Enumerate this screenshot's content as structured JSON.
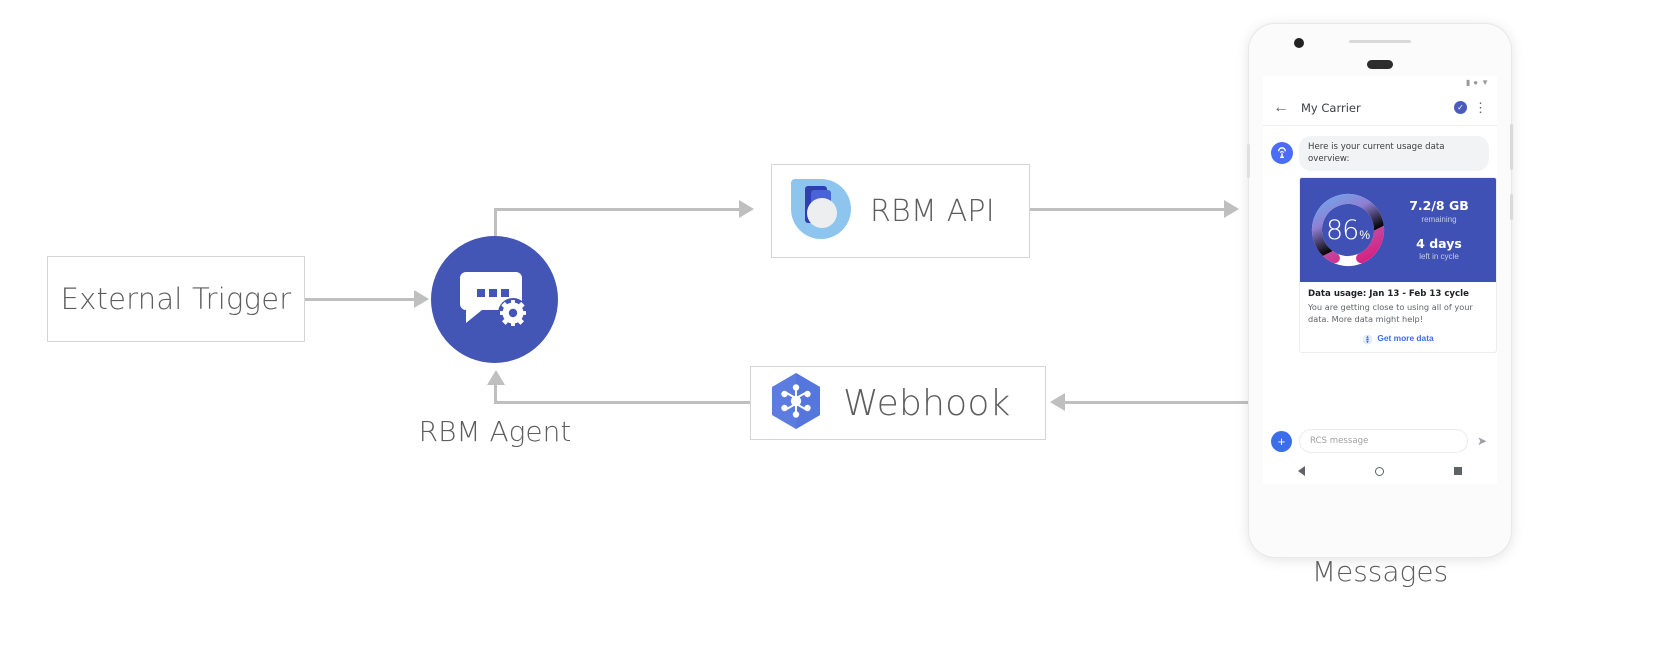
{
  "diagram": {
    "external_trigger": {
      "label": "External Trigger"
    },
    "rbm_agent": {
      "label": "RBM Agent",
      "icon": "chat-gear-icon",
      "color": "#4355b5"
    },
    "rbm_api": {
      "label": "RBM API",
      "icon": "rbm-droplet-logo"
    },
    "webhook": {
      "label": "Webhook",
      "icon": "cloud-functions-hexagon-icon"
    },
    "arrow_color": "#bfbfbf"
  },
  "phone": {
    "device_label": "Messages",
    "statusbar": {
      "icons": [
        "signal-icon",
        "wifi-icon",
        "battery-icon"
      ]
    },
    "appbar": {
      "back_icon": "back-arrow-icon",
      "title": "My Carrier",
      "verified_icon": "verified-shield-icon",
      "overflow_icon": "kebab-menu-icon"
    },
    "message": {
      "avatar_icon": "carrier-antenna-icon",
      "text": "Here is your current usage data overview:"
    },
    "card": {
      "gauge": {
        "value": "86",
        "unit": "%",
        "percent": 86
      },
      "stats": [
        {
          "value": "7.2/8 GB",
          "caption": "remaining"
        },
        {
          "value": "4 days",
          "caption": "left in cycle"
        }
      ],
      "title": "Data usage: Jan 13 - Feb 13 cycle",
      "description": "You are getting close to using all of your data. More data might help!",
      "action": {
        "icon": "globe-icon",
        "label": "Get more data",
        "color": "#3b6ee8"
      }
    },
    "composer": {
      "plus_icon": "add-attachment-icon",
      "placeholder": "RCS message",
      "send_icon": "send-icon"
    },
    "navbar": {
      "back_icon": "nav-back-icon",
      "home_icon": "nav-home-icon",
      "recents_icon": "nav-recents-icon"
    }
  }
}
